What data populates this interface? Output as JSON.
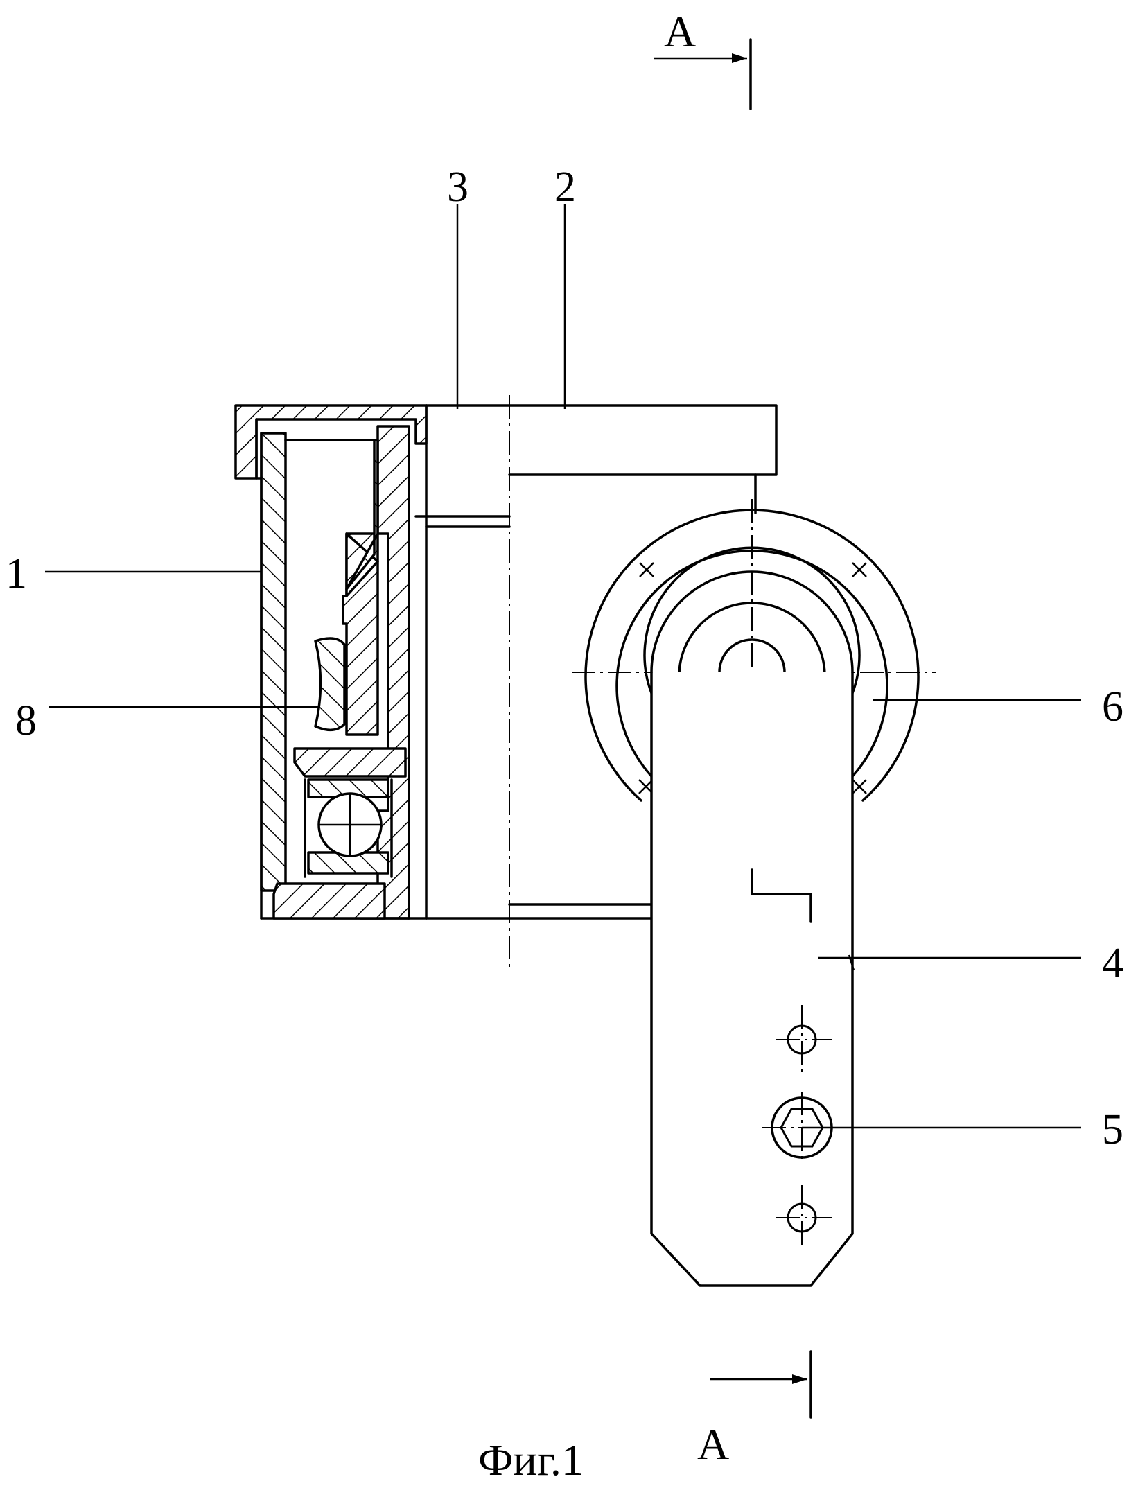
{
  "figure": {
    "caption": "Фиг.1",
    "section_mark": "A",
    "labels": {
      "part1": "1",
      "part2": "2",
      "part3": "3",
      "part4": "4",
      "part5": "5",
      "part6": "6",
      "part8": "8"
    }
  }
}
